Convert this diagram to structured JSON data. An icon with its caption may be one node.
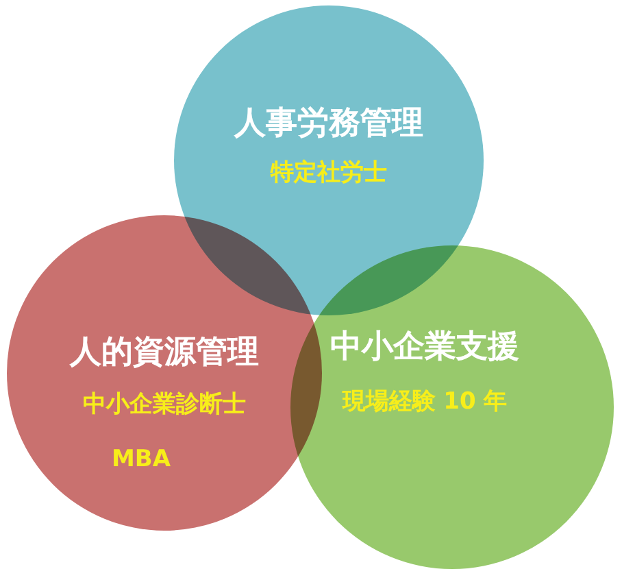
{
  "diagram": {
    "nodes": [
      {
        "text": [
          "人事労務管理",
          "特定社労士"
        ]
      },
      {
        "text": [
          "人的資源管理",
          "中小企業診断士",
          "MBA"
        ]
      },
      {
        "text": [
          "中小企業支援",
          "現場経験 10 年"
        ]
      }
    ]
  }
}
